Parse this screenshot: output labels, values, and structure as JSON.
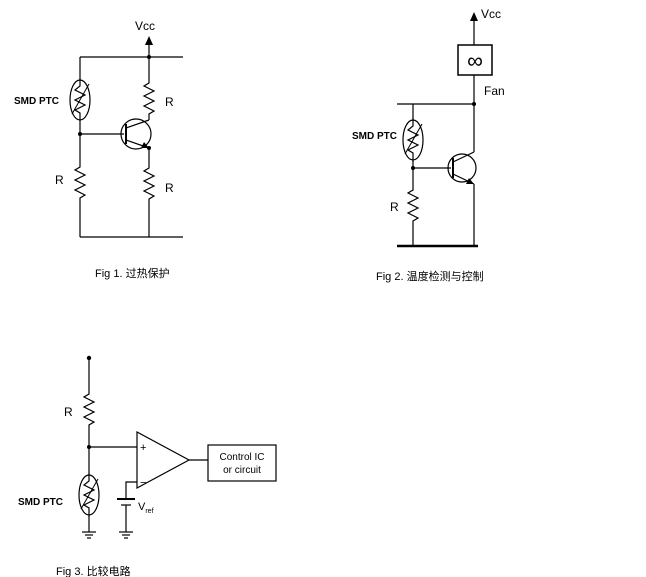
{
  "fig1": {
    "vcc": "Vcc",
    "ptc_label": "SMD PTC",
    "r_top": "R",
    "r_bottom": "R",
    "r_left": "R",
    "caption": "Fig 1. 过热保护"
  },
  "fig2": {
    "vcc": "Vcc",
    "fan_symbol": "∞",
    "fan_label": "Fan",
    "ptc_label": "SMD PTC",
    "r_label": "R",
    "caption": "Fig 2. 温度检测与控制"
  },
  "fig3": {
    "r_label": "R",
    "ptc_label": "SMD PTC",
    "plus": "+",
    "minus": "−",
    "vref_main": "V",
    "vref_sub": "ref",
    "control_line1": "Control IC",
    "control_line2": "or circuit",
    "caption": "Fig 3. 比较电路"
  }
}
